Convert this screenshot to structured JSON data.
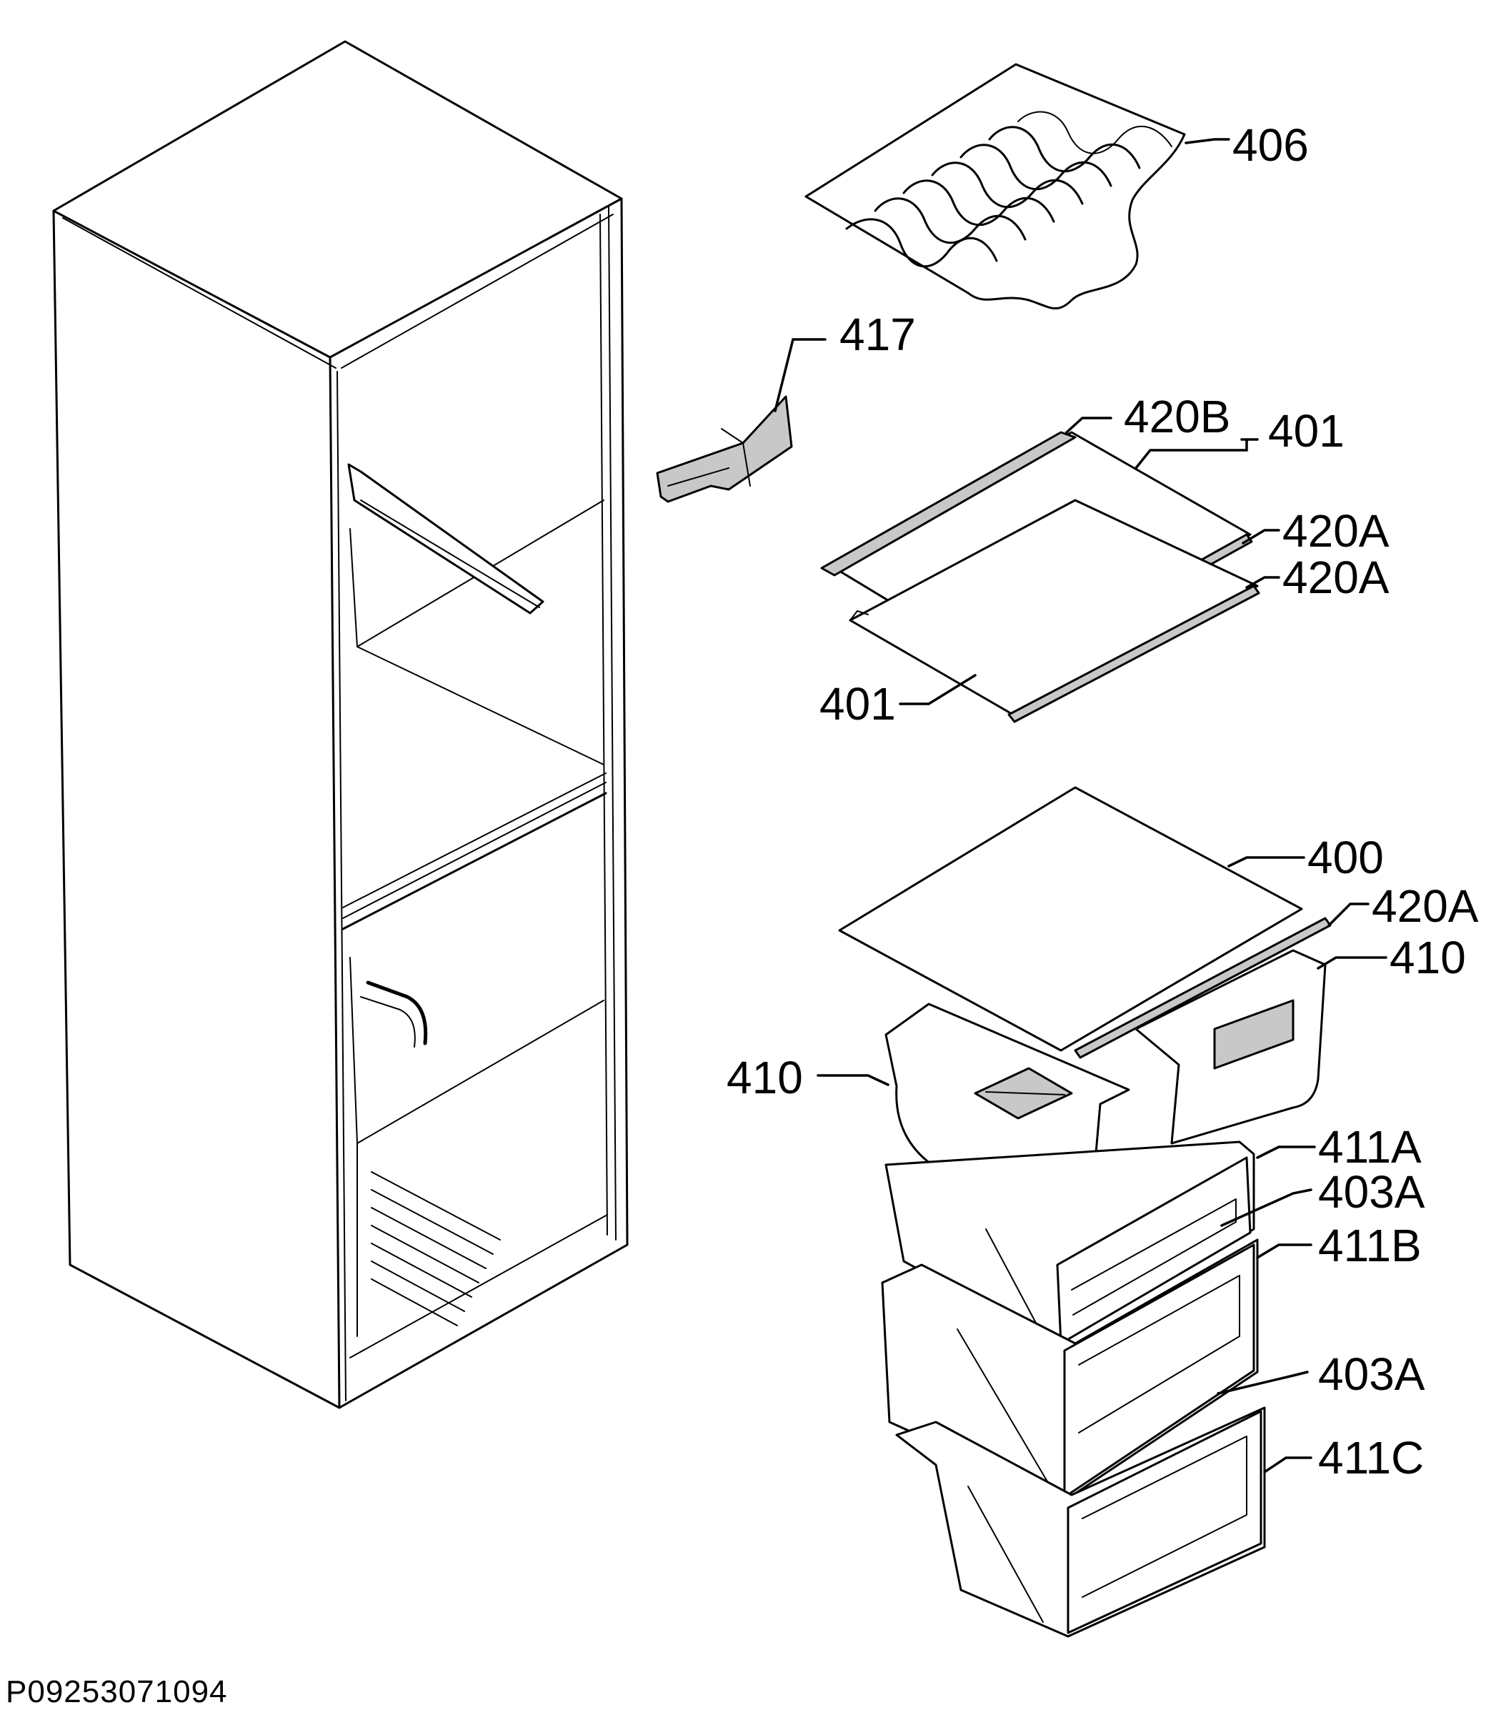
{
  "diagram_code": "P09253071094",
  "callouts": {
    "c406": "406",
    "c417": "417",
    "c420b": "420B",
    "c401_top": "401",
    "c420a_1": "420A",
    "c420a_2": "420A",
    "c401_bottom": "401",
    "c400": "400",
    "c420a_3": "420A",
    "c410_right": "410",
    "c410_left": "410",
    "c411a": "411A",
    "c403a_1": "403A",
    "c411b": "411B",
    "c403a_2": "403A",
    "c411c": "411C"
  }
}
